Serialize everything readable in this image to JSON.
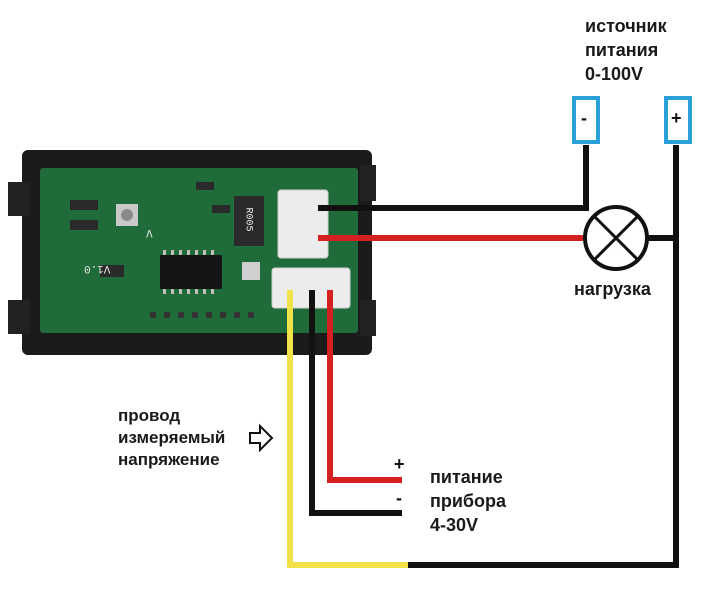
{
  "power_source": {
    "line1": "источник",
    "line2": "питания",
    "line3": "0-100V",
    "minus_sign": "-",
    "plus_sign": "+"
  },
  "load": {
    "label": "нагрузка"
  },
  "probe": {
    "line1": "провод",
    "line2": "измеряемый",
    "line3": "напряжение"
  },
  "device_power": {
    "line1": "питание",
    "line2": "прибора",
    "line3": "4-30V",
    "plus_sign": "+",
    "minus_sign": "-"
  },
  "pcb": {
    "version": "V1.0",
    "resistor": "R005",
    "letter": "V"
  },
  "colors": {
    "red_wire": "#d42020",
    "black_wire": "#111111",
    "yellow_wire": "#f2e24a",
    "terminal_border": "#2aa0d8",
    "pcb_green": "#1f6b3a",
    "case_black": "#1b1b1b"
  }
}
